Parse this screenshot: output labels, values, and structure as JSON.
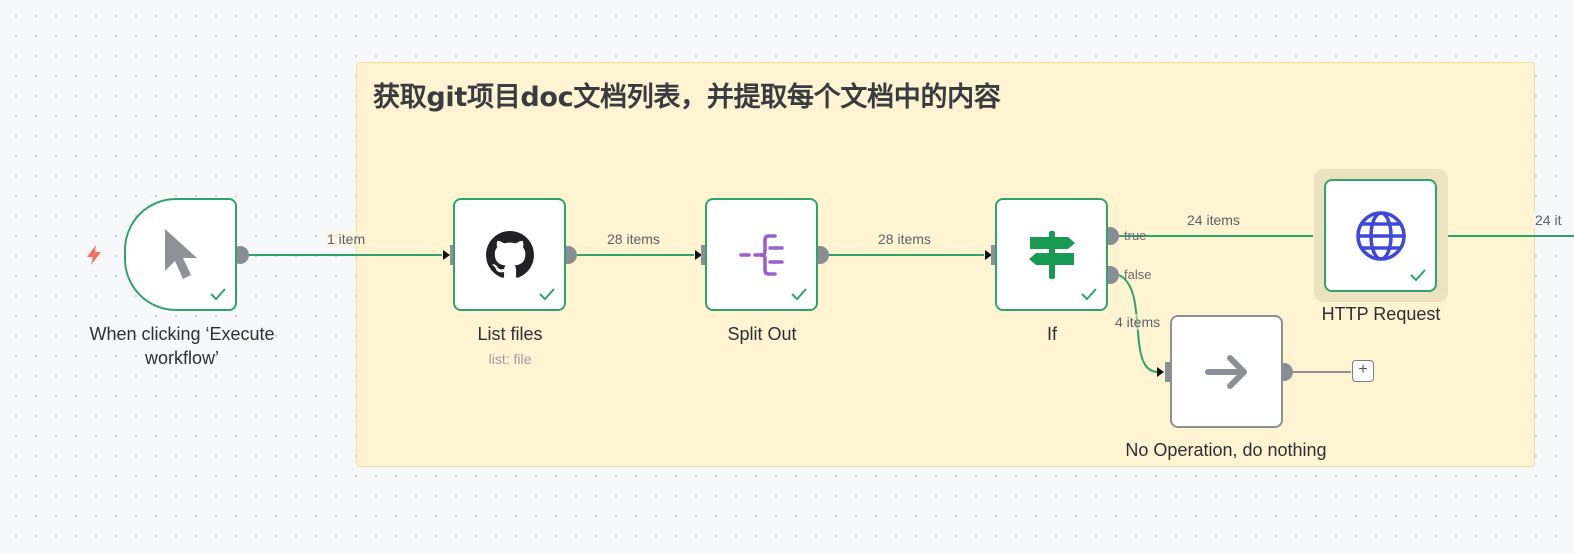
{
  "sticky_note": {
    "title": "获取git项目doc文档列表，并提取每个文档中的内容"
  },
  "nodes": {
    "trigger": {
      "name": "When clicking ‘Execute\nworkflow’",
      "icon": "cursor-arrow-icon",
      "status": "success"
    },
    "list_files": {
      "name": "List files",
      "subtitle": "list: file",
      "icon": "github-icon",
      "status": "success"
    },
    "split_out": {
      "name": "Split Out",
      "icon": "split-out-icon",
      "status": "success"
    },
    "if": {
      "name": "If",
      "icon": "signpost-icon",
      "status": "success",
      "outputs": {
        "true": "true",
        "false": "false"
      }
    },
    "http_request": {
      "name": "HTTP Request",
      "icon": "globe-icon",
      "status": "success"
    },
    "noop": {
      "name": "No Operation, do nothing",
      "icon": "arrow-right-icon"
    }
  },
  "connections": {
    "trigger_to_list": "1 item",
    "list_to_split": "28 items",
    "split_to_if": "28 items",
    "if_true_to_http": "24 items",
    "if_false_to_noop": "4 items",
    "http_out": "24 it"
  },
  "controls": {
    "add_node": "+"
  },
  "colors": {
    "success": "#2fa36b",
    "sticky_bg": "#fff4d2",
    "trigger_bolt": "#f2705c",
    "split_out": "#9b5fcc",
    "if_node": "#189a52",
    "http": "#3f48d8"
  }
}
